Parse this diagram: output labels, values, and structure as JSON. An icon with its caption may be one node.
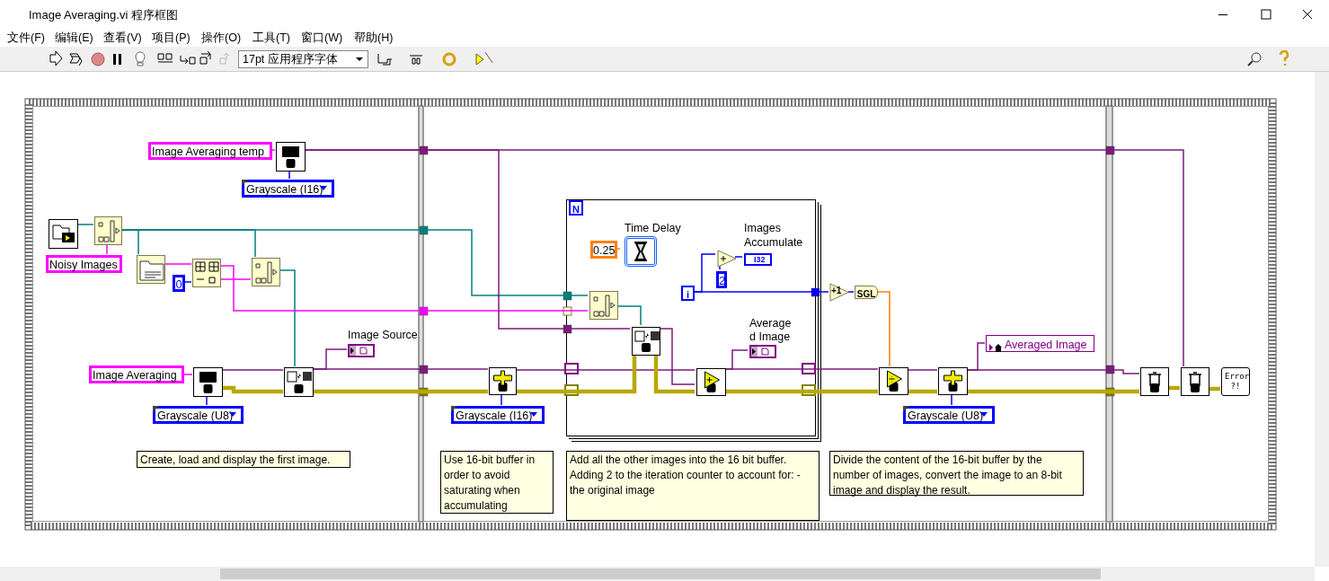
{
  "diagram": {
    "title": "Image Averaging.vi 程序框图",
    "nodes": [
      {
        "text": [],
        "shape": "box"
      },
      {
        "text": [
          "Image Averaging temp"
        ],
        "in": 0
      },
      {
        "text": [],
        "shape": "box",
        "in": 0
      },
      {
        "text": [
          "Grayscale (I16)"
        ],
        "in": 0
      },
      {
        "text": [],
        "shape": "box",
        "in": 0
      },
      {
        "text": [],
        "shape": "box",
        "in": 0
      },
      {
        "text": [
          "Noisy Images"
        ],
        "in": 0
      },
      {
        "text": [],
        "shape": "box",
        "in": 0
      },
      {
        "text": [
          "0"
        ],
        "in": 0
      },
      {
        "text": [],
        "shape": "box",
        "in": 0
      },
      {
        "text": [],
        "shape": "box",
        "in": 0
      },
      {
        "text": [
          "Image Averaging"
        ],
        "in": 0
      },
      {
        "text": [],
        "shape": "box",
        "in": 0
      },
      {
        "text": [
          "Grayscale (U8)"
        ],
        "in": 0
      },
      {
        "text": [],
        "shape": "box",
        "in": 0
      },
      {
        "text": [
          "Image Source"
        ],
        "in": 0
      },
      {
        "text": [
          "Create, load and display the first image."
        ],
        "in": 0
      },
      {
        "text": [],
        "shape": "box"
      },
      {
        "text": [],
        "shape": "box",
        "in": 17
      },
      {
        "text": [
          "Grayscale (I16)"
        ],
        "in": 17
      },
      {
        "text": [],
        "shape": "box",
        "in": 17
      },
      {
        "text": [
          "N"
        ],
        "in": 20
      },
      {
        "text": [
          "0.25"
        ],
        "in": 20
      },
      {
        "text": [
          "Time Delay"
        ],
        "in": 20
      },
      {
        "text": [
          "i"
        ],
        "in": 20
      },
      {
        "text": [],
        "shape": "triangle",
        "in": 20
      },
      {
        "text": [
          "2"
        ],
        "in": 20
      },
      {
        "text": [
          "Images Accumulate",
          "I32"
        ],
        "in": 20
      },
      {
        "text": [],
        "shape": "box",
        "in": 20
      },
      {
        "text": [],
        "shape": "box",
        "in": 20
      },
      {
        "text": [],
        "shape": "box",
        "in": 20
      },
      {
        "text": [
          "Average d Image"
        ],
        "in": 20
      },
      {
        "text": [
          "Use 16-bit buffer in order to avoid saturating when accumulating"
        ],
        "in": 17
      },
      {
        "text": [
          "Add all the other images into the 16 bit buffer. Adding 2 to the iteration counter to account for: - the original image"
        ],
        "in": 17
      },
      {
        "text": [
          "+1"
        ],
        "in": 17
      },
      {
        "text": [
          "SGL"
        ],
        "in": 17
      },
      {
        "text": [],
        "shape": "box",
        "in": 17
      },
      {
        "text": [],
        "shape": "box",
        "in": 17
      },
      {
        "text": [
          "Grayscale (U8)"
        ],
        "in": 17
      },
      {
        "text": [
          "Averaged Image"
        ],
        "in": 17
      },
      {
        "text": [
          "Divide the content of the 16-bit buffer by the number of images, convert the image to an 8-bit image and display the result."
        ],
        "in": 17
      },
      {
        "text": [],
        "shape": "box"
      },
      {
        "text": [],
        "shape": "box",
        "in": 41
      },
      {
        "text": [],
        "shape": "box",
        "in": 41
      },
      {
        "text": [
          "Error ?!"
        ],
        "in": 41
      }
    ],
    "edges": [
      {
        "from": 1,
        "to": 2,
        "arrow": "none",
        "color": "#ff00ff"
      },
      {
        "from": 3,
        "to": 2,
        "arrow": "none",
        "color": "#0000ff"
      },
      {
        "from": 4,
        "to": 5,
        "arrow": "none",
        "color": "#008080"
      },
      {
        "from": 6,
        "to": 5,
        "arrow": "none",
        "color": "#ff00ff"
      },
      {
        "from": 5,
        "to": 7,
        "arrow": "none",
        "color": "#008080"
      },
      {
        "from": 5,
        "to": 10,
        "arrow": "none",
        "color": "#008080"
      },
      {
        "from": 5,
        "to": 28,
        "arrow": "none",
        "color": "#008080"
      },
      {
        "from": 10,
        "to": 14,
        "arrow": "none",
        "color": "#008080"
      },
      {
        "from": 7,
        "to": 9,
        "arrow": "none",
        "color": "#ff00ff"
      },
      {
        "from": 8,
        "to": 9,
        "arrow": "none",
        "color": "#0000ff"
      },
      {
        "from": 9,
        "to": 10,
        "arrow": "none",
        "color": "#ff00ff"
      },
      {
        "from": 9,
        "to": 28,
        "arrow": "none",
        "color": "#ff00ff"
      },
      {
        "from": 11,
        "to": 12,
        "arrow": "none",
        "color": "#ff00ff"
      },
      {
        "from": 13,
        "to": 12,
        "arrow": "none",
        "color": "#0000ff"
      },
      {
        "from": 12,
        "to": 14,
        "arrow": "none"
      },
      {
        "from": 12,
        "to": 14,
        "arrow": "none",
        "style": "thick",
        "color": "#b8a800"
      },
      {
        "from": 14,
        "to": 15,
        "arrow": "none"
      },
      {
        "from": 14,
        "to": 18,
        "arrow": "none"
      },
      {
        "from": 14,
        "to": 18,
        "arrow": "none",
        "style": "thick",
        "color": "#b8a800"
      },
      {
        "from": 2,
        "to": 43,
        "arrow": "none"
      },
      {
        "from": 2,
        "to": 29,
        "arrow": "none"
      },
      {
        "from": 19,
        "to": 18,
        "arrow": "none",
        "color": "#0000ff"
      },
      {
        "from": 18,
        "to": 30,
        "arrow": "none"
      },
      {
        "from": 18,
        "to": 29,
        "arrow": "none",
        "style": "thick",
        "color": "#b8a800"
      },
      {
        "from": 29,
        "to": 30,
        "arrow": "none",
        "style": "thick",
        "color": "#b8a800"
      },
      {
        "from": 29,
        "to": 30,
        "arrow": "none"
      },
      {
        "from": 28,
        "to": 29,
        "arrow": "none",
        "color": "#008080"
      },
      {
        "from": 22,
        "to": 23,
        "arrow": "none",
        "color": "#ff8000"
      },
      {
        "from": 24,
        "to": 25,
        "arrow": "none",
        "color": "#0000ff"
      },
      {
        "from": 26,
        "to": 25,
        "arrow": "none",
        "color": "#0000ff"
      },
      {
        "from": 25,
        "to": 27,
        "arrow": "none",
        "color": "#0000ff"
      },
      {
        "from": 24,
        "to": 34,
        "arrow": "none",
        "color": "#0000ff"
      },
      {
        "from": 34,
        "to": 35,
        "arrow": "none",
        "color": "#0000ff"
      },
      {
        "from": 35,
        "to": 36,
        "arrow": "none",
        "color": "#ff8000"
      },
      {
        "from": 30,
        "to": 31,
        "arrow": "none"
      },
      {
        "from": 30,
        "to": 36,
        "arrow": "none"
      },
      {
        "from": 30,
        "to": 36,
        "arrow": "none",
        "style": "thick",
        "color": "#b8a800"
      },
      {
        "from": 36,
        "to": 37,
        "arrow": "none"
      },
      {
        "from": 36,
        "to": 37,
        "arrow": "none",
        "style": "thick",
        "color": "#b8a800"
      },
      {
        "from": 38,
        "to": 37,
        "arrow": "none",
        "color": "#0000ff"
      },
      {
        "from": 37,
        "to": 39,
        "arrow": "none"
      },
      {
        "from": 37,
        "to": 42,
        "arrow": "none"
      },
      {
        "from": 37,
        "to": 42,
        "arrow": "none",
        "style": "thick",
        "color": "#b8a800"
      },
      {
        "from": 42,
        "to": 43,
        "arrow": "none",
        "style": "thick",
        "color": "#b8a800"
      },
      {
        "from": 43,
        "to": 44,
        "arrow": "none",
        "style": "thick",
        "color": "#b8a800"
      }
    ],
    "labels": [
      "文件(F)",
      "编辑(E)",
      "查看(V)",
      "项目(P)",
      "操作(O)",
      "工具(T)",
      "窗口(W)",
      "帮助(H)",
      "17pt 应用程序字体"
    ]
  }
}
